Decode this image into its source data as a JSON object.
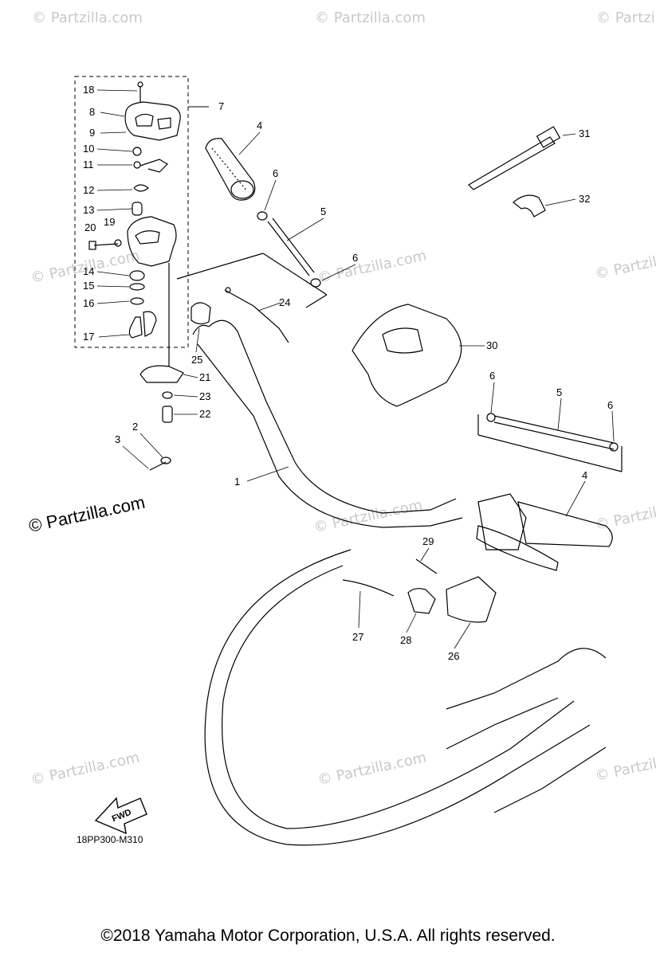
{
  "watermark": {
    "text": "© Partzilla.com"
  },
  "logo_text": "© Partzilla.com",
  "diagram_code": "18PP300-M310",
  "fwd_label": "FWD",
  "copyright": "©2018 Yamaha Motor Corporation, U.S.A. All rights reserved.",
  "callouts": [
    "18",
    "8",
    "9",
    "10",
    "11",
    "12",
    "13",
    "20",
    "19",
    "14",
    "15",
    "16",
    "17",
    "7",
    "4",
    "6",
    "5",
    "6",
    "24",
    "25",
    "21",
    "23",
    "22",
    "2",
    "3",
    "1",
    "30",
    "31",
    "32",
    "6",
    "5",
    "6",
    "4",
    "29",
    "27",
    "28",
    "26"
  ]
}
